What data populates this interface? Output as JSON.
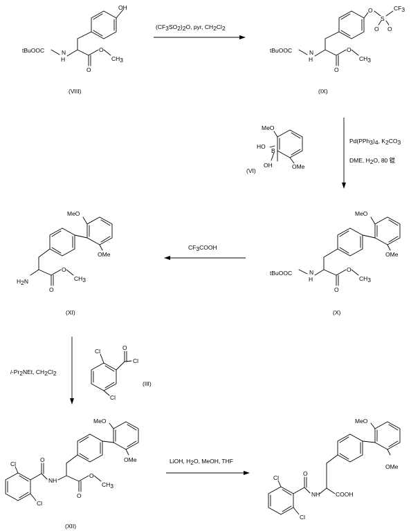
{
  "compounds": {
    "VIII": {
      "id": "(VIII)",
      "oh": "OH",
      "boc": "tBuOOC",
      "nh": "N",
      "h": "H",
      "o_carbonyl": "O",
      "o_ester": "O",
      "ch3": "CH",
      "ch3_sub": "3"
    },
    "IX": {
      "id": "(IX)",
      "o_link": "O",
      "s": "S",
      "o1": "O",
      "o2": "O",
      "cf3": "CF",
      "cf3_sub": "3",
      "boc": "tBuOOC",
      "nh": "N",
      "h": "H",
      "o_carbonyl": "O",
      "o_ester": "O",
      "ch3": "CH",
      "ch3_sub": "3"
    },
    "VI": {
      "id": "(VI)",
      "ome_top": "MeO",
      "ome_bottom": "OMe",
      "ho": "HO",
      "b": "B",
      "oh": "OH"
    },
    "X": {
      "id": "(X)",
      "ome_top": "MeO",
      "ome_bottom": "OMe",
      "boc": "tBuOOC",
      "nh": "N",
      "h": "H",
      "o_carbonyl": "O",
      "o_ester": "O",
      "ch3": "CH",
      "ch3_sub": "3"
    },
    "XI": {
      "id": "(XI)",
      "ome_top": "MeO",
      "ome_bottom": "OMe",
      "nh2": "H",
      "nh2_sub": "2",
      "nh2_n": "N",
      "o_carbonyl": "O",
      "o_ester": "O",
      "ch3": "CH",
      "ch3_sub": "3"
    },
    "III": {
      "id": "(III)",
      "cl_top": "Cl",
      "cl_bottom": "Cl",
      "o": "O",
      "cl_acyl": "Cl"
    },
    "XII": {
      "id": "(XII)",
      "ome_top": "MeO",
      "ome_bottom": "OMe",
      "cl_top": "Cl",
      "cl_bottom": "Cl",
      "o_amide": "O",
      "nh": "NH",
      "o_carbonyl": "O",
      "o_ester": "O",
      "ch3": "CH",
      "ch3_sub": "3"
    },
    "final": {
      "ome_top": "MeO",
      "ome_bottom": "OMe",
      "cl_top": "Cl",
      "cl_bottom": "Cl",
      "o_amide": "O",
      "nh": "NH",
      "cooh": "COOH"
    }
  },
  "reagents": {
    "step1": {
      "p1": "(CF",
      "s1": "3",
      "p2": "SO",
      "s2": "2",
      "p3": ")",
      "s3": "2",
      "p4": "O, pyr, CH",
      "s4": "2",
      "p5": "Cl",
      "s5": "2"
    },
    "step2": {
      "line1_a": "Pd(PPh",
      "line1_s1": "3",
      "line1_b": ")",
      "line1_s2": "4",
      "line1_c": ", K",
      "line1_s3": "2",
      "line1_d": "CO",
      "line1_s4": "3",
      "line2_a": "DME, H",
      "line2_s1": "2",
      "line2_b": "O, 80 锟"
    },
    "step3": {
      "a": "CF",
      "s1": "3",
      "b": "COOH"
    },
    "step4": {
      "a": "i",
      "b": "-Pr",
      "s1": "2",
      "c": "NEt, CH",
      "s2": "2",
      "d": "Cl",
      "s3": "2"
    },
    "step5": {
      "a": "LiOH, H",
      "s1": "2",
      "b": "O, MeOH, THF"
    }
  }
}
